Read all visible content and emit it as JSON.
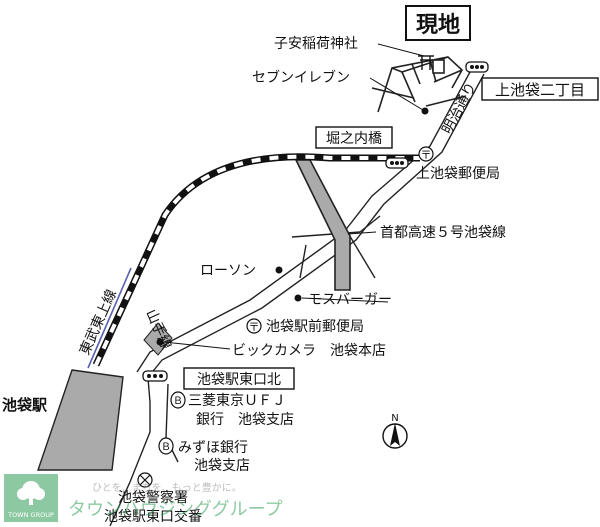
{
  "map": {
    "destination": "現地",
    "labels": {
      "shrine": "子安稲荷神社",
      "seven_eleven": "セブンイレブン",
      "bus_kamiikebukuro_2": "上池袋二丁目",
      "meiji_dori": "明治通り",
      "bus_horinouchi_bashi": "堀之内橋",
      "kamiikebukuro_post": "上池袋郵便局",
      "expressway": "首都高速５号池袋線",
      "lawson": "ローソン",
      "mos_burger": "モスバーガー",
      "ekimae_post": "池袋駅前郵便局",
      "bic_camera": "ビックカメラ　池袋本店",
      "bus_east_exit_north": "池袋駅東口北",
      "mufg_line1": "三菱東京ＵＦＪ",
      "mufg_line2": "銀行　池袋支店",
      "mizuho_line1": "みずほ銀行",
      "mizuho_line2": "池袋支店",
      "police_line1": "池袋警察署",
      "police_line2": "池袋駅東口交番",
      "yamanote_line": "山手線",
      "tobu_tojo_line": "東武東上線",
      "ikebukuro_station": "池袋駅",
      "north": "N"
    },
    "symbols": {
      "post_office": "〒",
      "bank": "Ｂ"
    },
    "watermark": {
      "tagline": "ひとを、まちを、もっと豊かに。",
      "brand": "タウンハウジンググループ",
      "logo_text": "TOWN GROUP"
    }
  }
}
